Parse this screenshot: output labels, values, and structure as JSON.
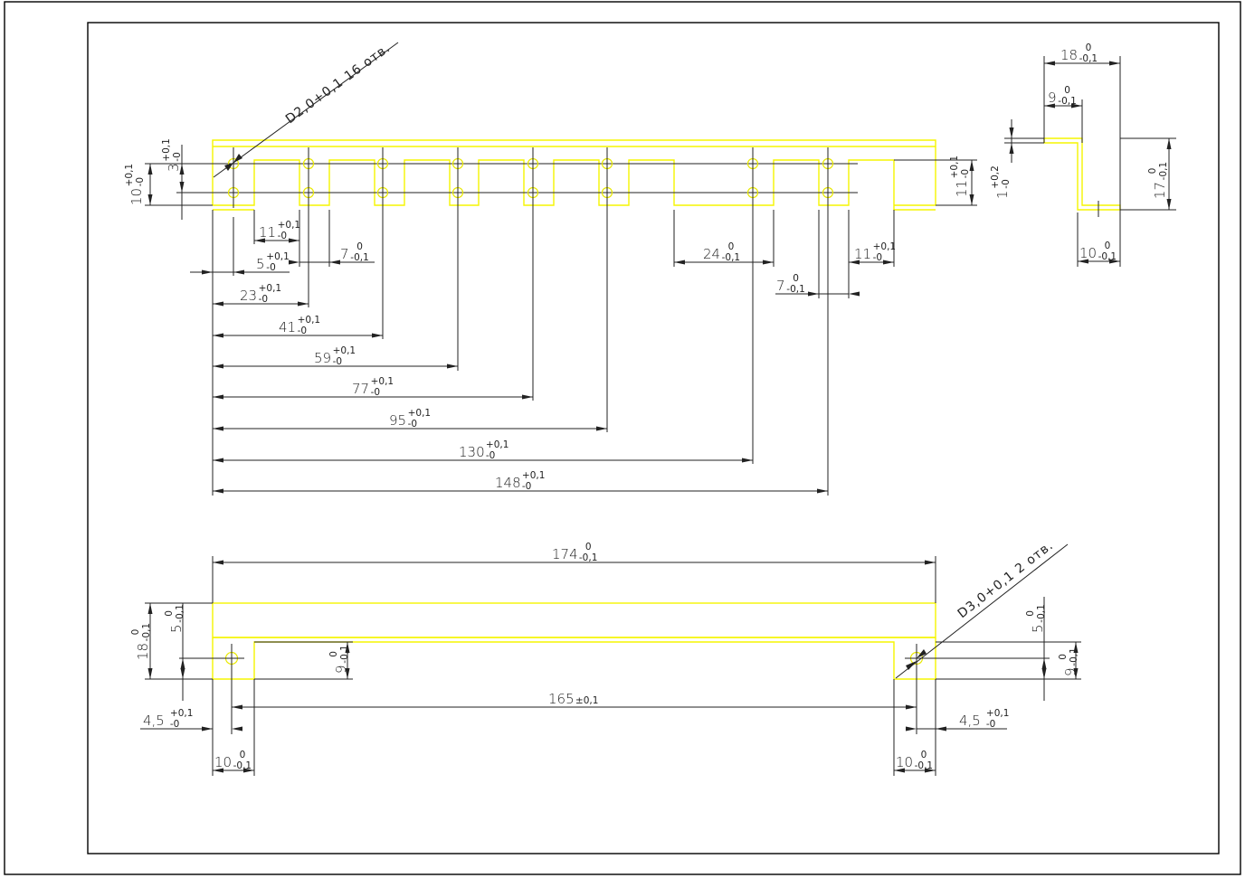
{
  "drawing": {
    "units": "mm",
    "colors": {
      "part_outline": "#f5f500",
      "dimension": "#222222",
      "frame": "#000000",
      "background": "#ffffff"
    },
    "notes": {
      "hole_small": "D2,0+0,1  16 отв.",
      "hole_large": "D3,0+0,1  2 отв."
    },
    "top_view": {
      "hole_positions_mm": [
        5,
        23,
        41,
        59,
        77,
        95,
        130,
        148
      ],
      "dims": {
        "d3": {
          "nom": "3",
          "up": "+0,1",
          "lo": "-0"
        },
        "d10": {
          "nom": "10",
          "up": "+0,1",
          "lo": "-0"
        },
        "d11w": {
          "nom": "11",
          "up": "+0,1",
          "lo": "-0"
        },
        "d7a": {
          "nom": "7",
          "up": "0",
          "lo": "-0,1"
        },
        "d5": {
          "nom": "5",
          "up": "+0,1",
          "lo": "-0"
        },
        "d23": {
          "nom": "23",
          "up": "+0,1",
          "lo": "-0"
        },
        "d41": {
          "nom": "41",
          "up": "+0,1",
          "lo": "-0"
        },
        "d59": {
          "nom": "59",
          "up": "+0,1",
          "lo": "-0"
        },
        "d77": {
          "nom": "77",
          "up": "+0,1",
          "lo": "-0"
        },
        "d95": {
          "nom": "95",
          "up": "+0,1",
          "lo": "-0"
        },
        "d130": {
          "nom": "130",
          "up": "+0,1",
          "lo": "-0"
        },
        "d148": {
          "nom": "148",
          "up": "+0,1",
          "lo": "-0"
        },
        "d24": {
          "nom": "24",
          "up": "0",
          "lo": "-0,1"
        },
        "d7b": {
          "nom": "7",
          "up": "0",
          "lo": "-0,1"
        },
        "d11r": {
          "nom": "11",
          "up": "+0,1",
          "lo": "-0"
        },
        "d11h": {
          "nom": "11",
          "up": "+0,1",
          "lo": "-0"
        }
      }
    },
    "side_view": {
      "dims": {
        "d18": {
          "nom": "18",
          "up": "0",
          "lo": "-0,1"
        },
        "d9": {
          "nom": "9",
          "up": "0",
          "lo": "-0,1"
        },
        "d1": {
          "nom": "1",
          "up": "+0,2",
          "lo": "-0"
        },
        "d17": {
          "nom": "17",
          "up": "0",
          "lo": "-0,1"
        },
        "d10": {
          "nom": "10",
          "up": "0",
          "lo": "-0,1"
        }
      }
    },
    "front_view": {
      "dims": {
        "d174": {
          "nom": "174",
          "up": "0",
          "lo": "-0,1"
        },
        "d165": {
          "nom": "165",
          "tol": "±0,1"
        },
        "d18": {
          "nom": "18",
          "up": "0",
          "lo": "-0,1"
        },
        "d5l": {
          "nom": "5",
          "up": "0",
          "lo": "-0,1"
        },
        "d9l": {
          "nom": "9",
          "up": "0",
          "lo": "-0,1"
        },
        "d45l": {
          "nom": "4,5",
          "up": "+0,1",
          "lo": "-0"
        },
        "d10l": {
          "nom": "10",
          "up": "0",
          "lo": "-0,1"
        },
        "d5r": {
          "nom": "5",
          "up": "0",
          "lo": "-0,1"
        },
        "d9r": {
          "nom": "9",
          "up": "0",
          "lo": "-0,1"
        },
        "d45r": {
          "nom": "4,5",
          "up": "+0,1",
          "lo": "-0"
        },
        "d10r": {
          "nom": "10",
          "up": "0",
          "lo": "-0,1"
        }
      }
    }
  }
}
